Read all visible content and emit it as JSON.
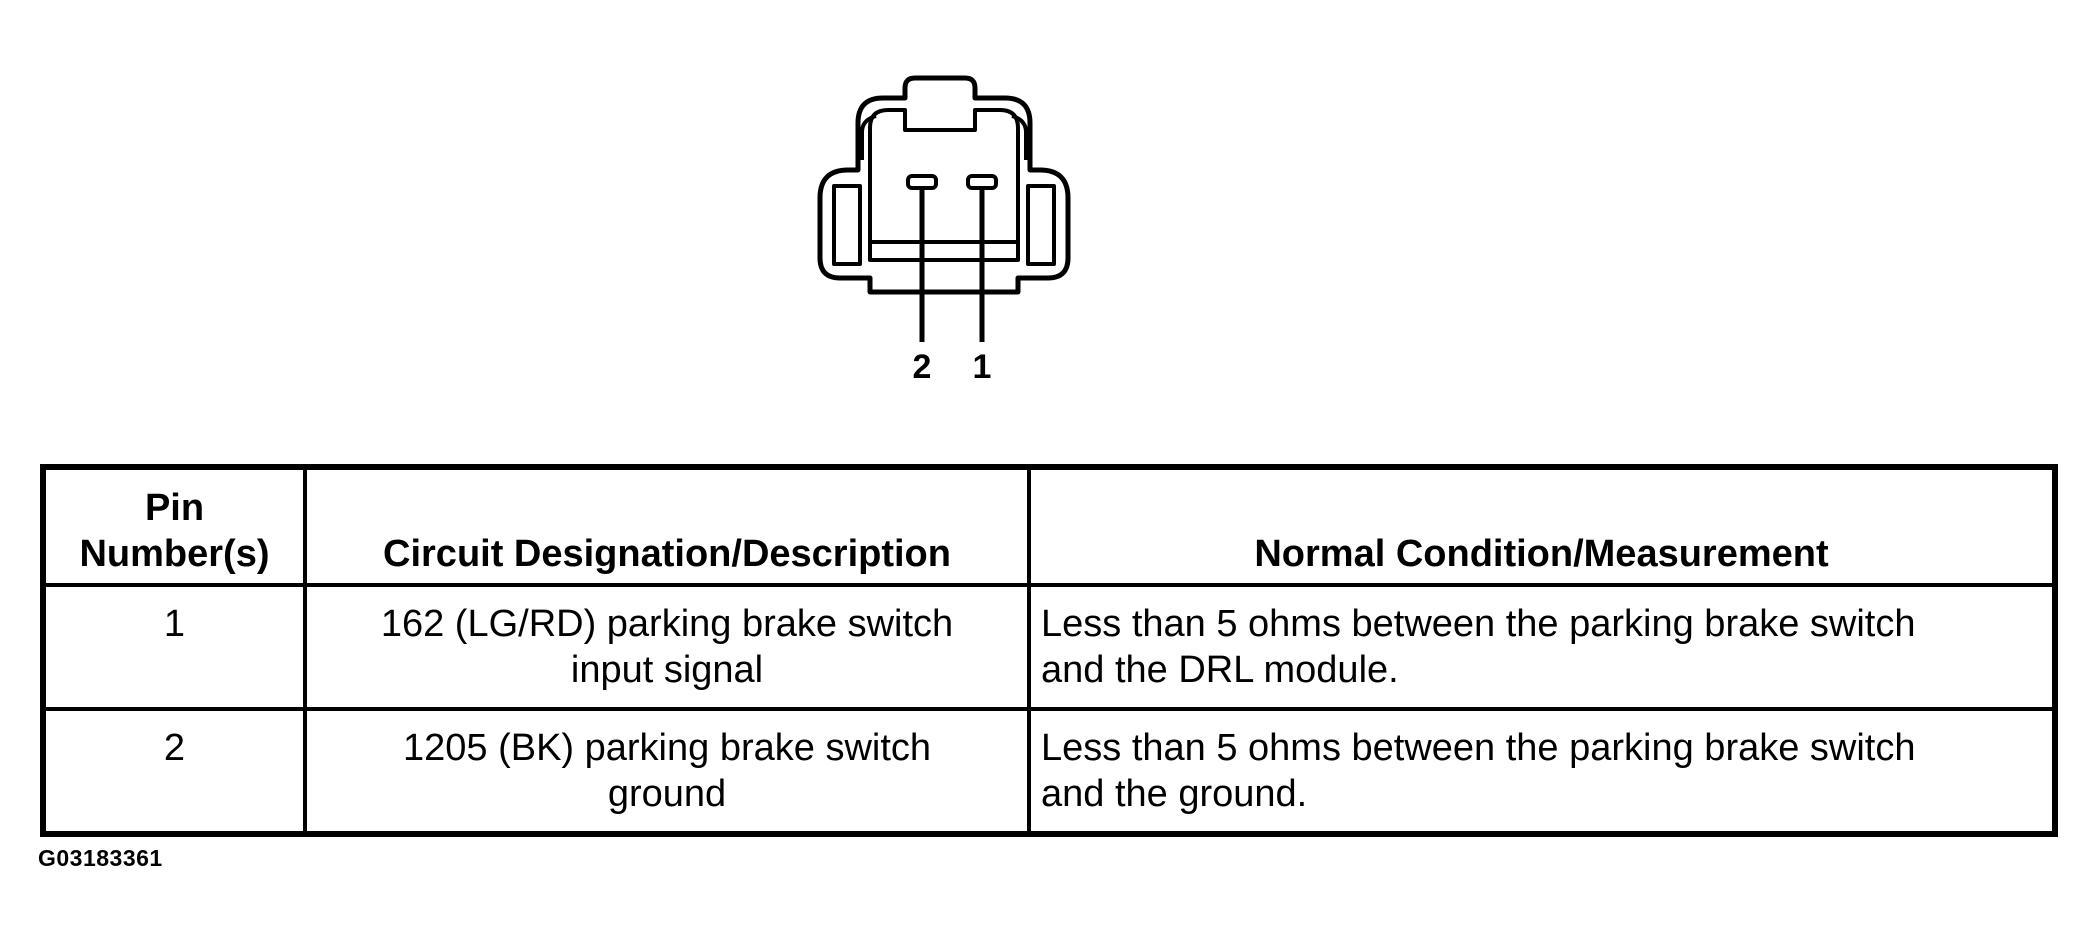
{
  "connector": {
    "pin_labels": [
      "2",
      "1"
    ]
  },
  "table": {
    "headers": {
      "pin_line1": "Pin",
      "pin_line2": "Number(s)",
      "circuit": "Circuit Designation/Description",
      "condition": "Normal Condition/Measurement"
    },
    "rows": [
      {
        "pin": "1",
        "circuit_line1": "162 (LG/RD) parking brake switch",
        "circuit_line2": "input signal",
        "condition_line1": "Less than 5 ohms between the parking brake switch",
        "condition_line2": "and the DRL module."
      },
      {
        "pin": "2",
        "circuit_line1": "1205 (BK) parking brake switch",
        "circuit_line2": "ground",
        "condition_line1": "Less than 5 ohms between the parking brake switch",
        "condition_line2": "and the ground."
      }
    ]
  },
  "figure_id": "G03183361"
}
